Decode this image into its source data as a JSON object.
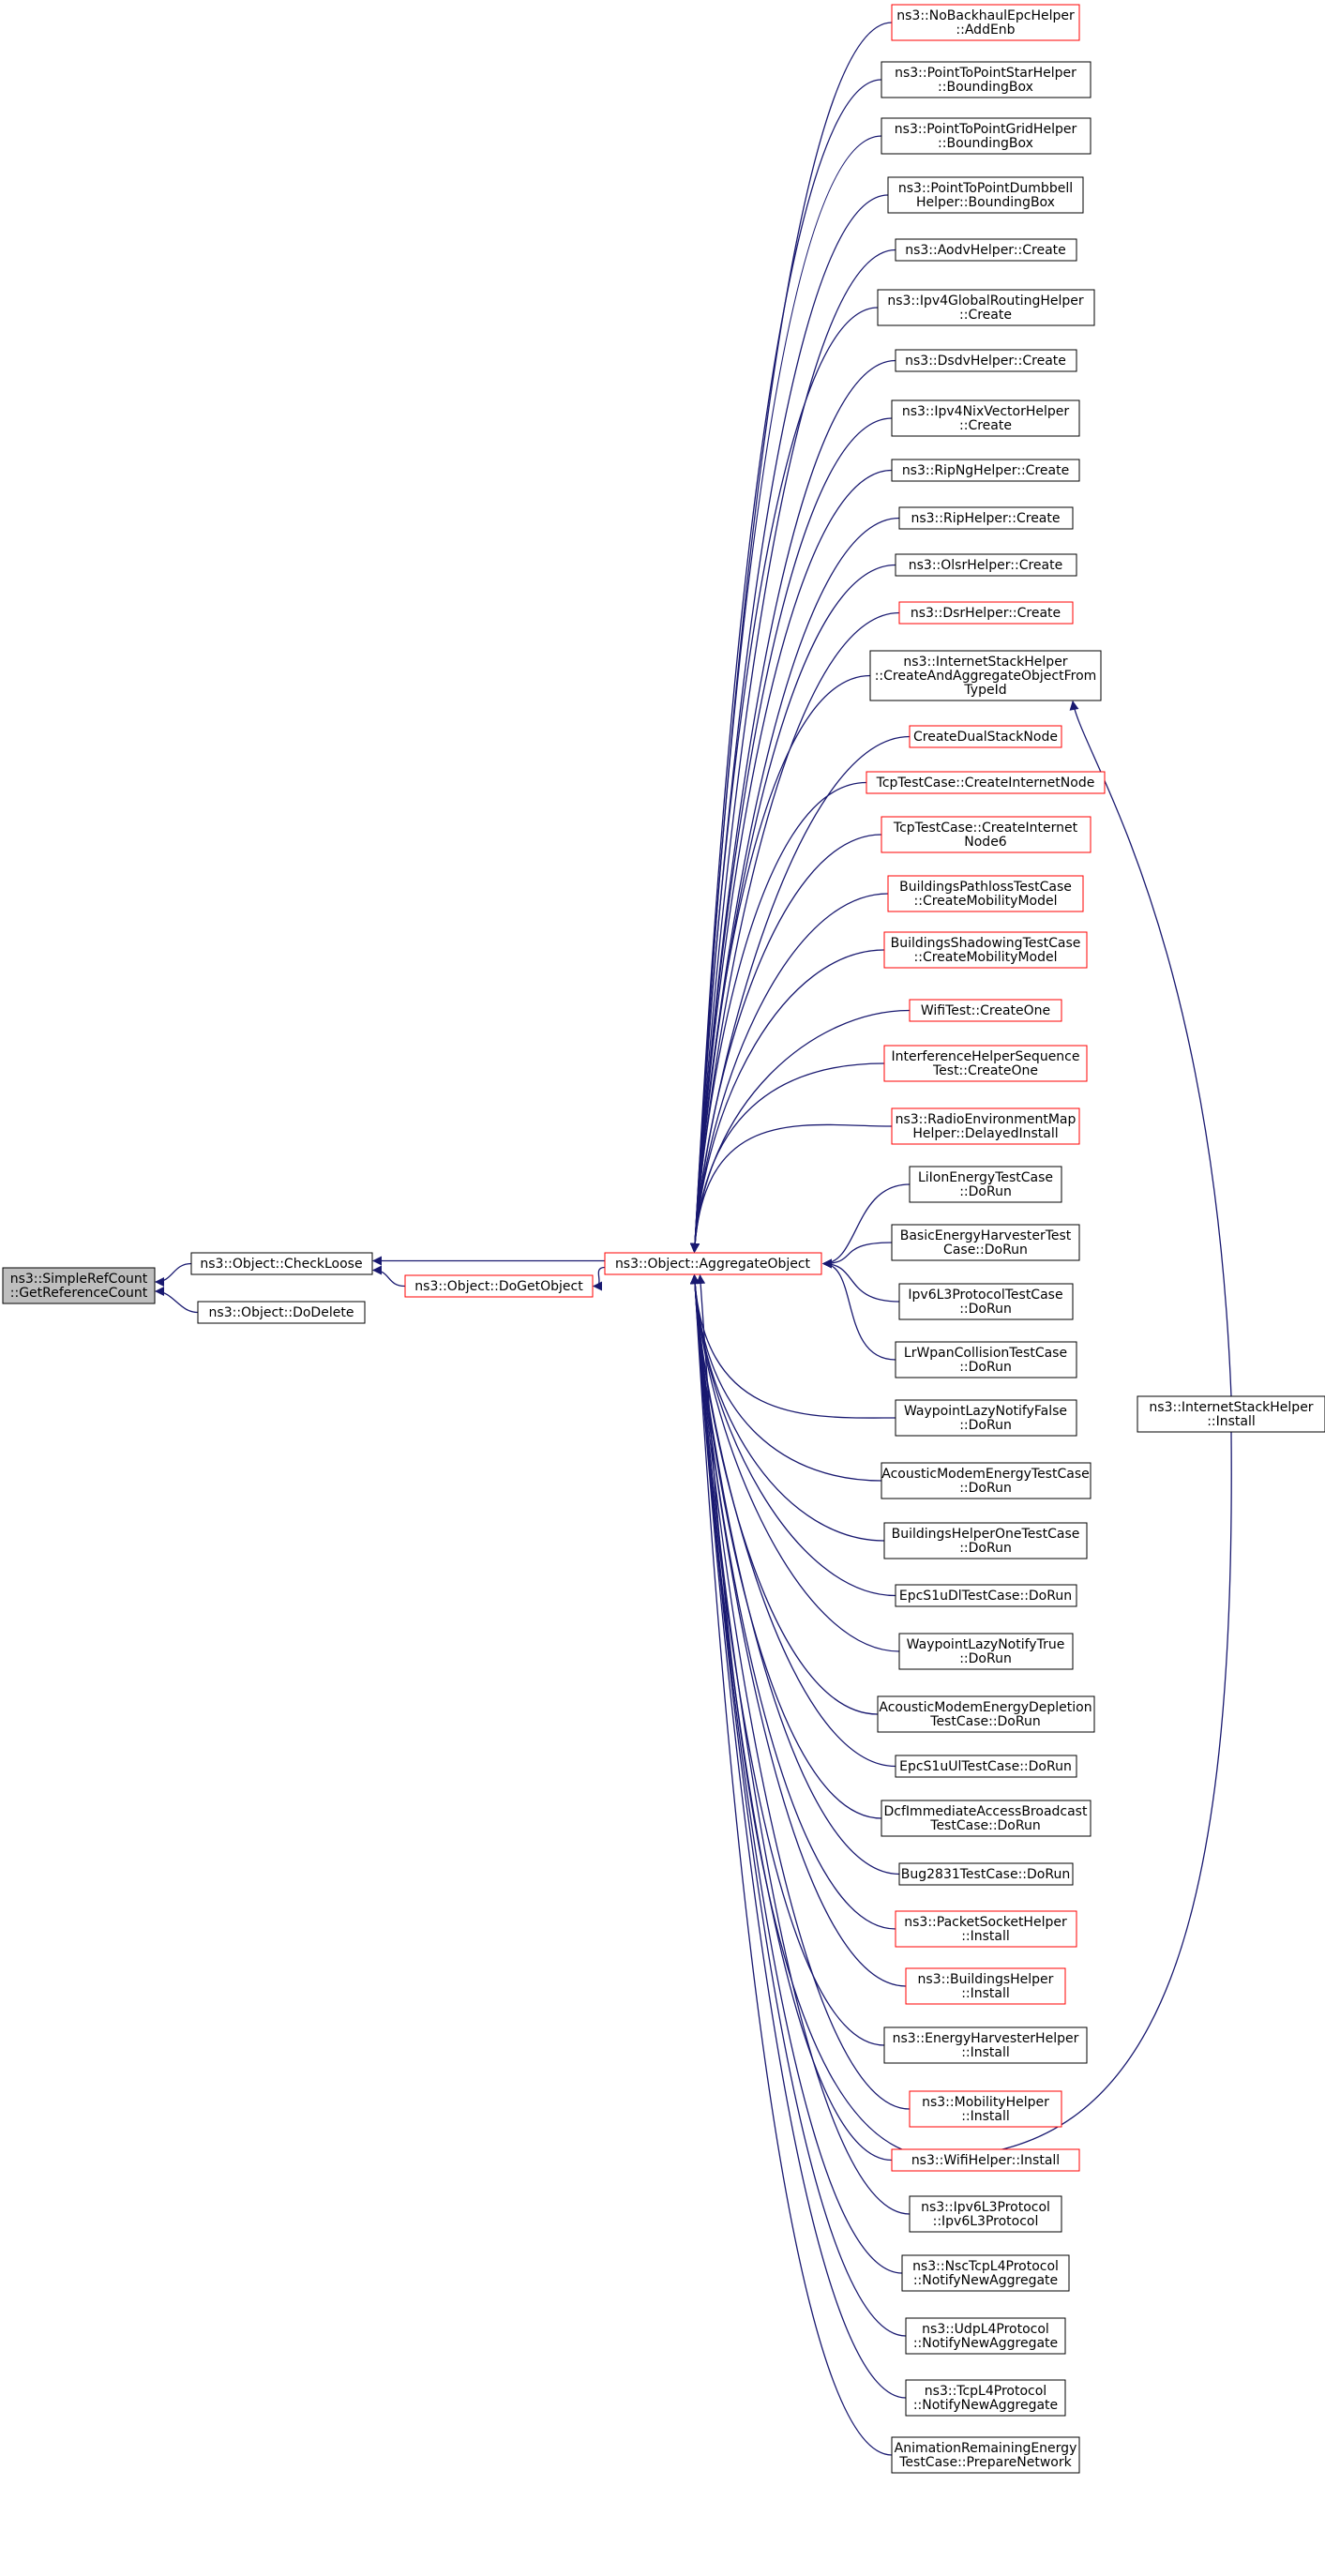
{
  "diagram": {
    "root": {
      "id": "root",
      "lines": [
        "ns3::SimpleRefCount",
        "::GetReferenceCount"
      ],
      "style": "root"
    },
    "level1": [
      {
        "id": "checkloose",
        "lines": [
          "ns3::Object::CheckLoose"
        ],
        "style": "black"
      },
      {
        "id": "dodelete",
        "lines": [
          "ns3::Object::DoDelete"
        ],
        "style": "black"
      }
    ],
    "level2": [
      {
        "id": "dogetobject",
        "lines": [
          "ns3::Object::DoGetObject"
        ],
        "style": "red"
      }
    ],
    "hub": {
      "id": "aggregate",
      "lines": [
        "ns3::Object::AggregateObject"
      ],
      "style": "red"
    },
    "callers": [
      {
        "id": "c0",
        "lines": [
          "ns3::NoBackhaulEpcHelper",
          "::AddEnb"
        ],
        "style": "red"
      },
      {
        "id": "c1",
        "lines": [
          "ns3::PointToPointStarHelper",
          "::BoundingBox"
        ],
        "style": "black"
      },
      {
        "id": "c2",
        "lines": [
          "ns3::PointToPointGridHelper",
          "::BoundingBox"
        ],
        "style": "black"
      },
      {
        "id": "c3",
        "lines": [
          "ns3::PointToPointDumbbell",
          "Helper::BoundingBox"
        ],
        "style": "black"
      },
      {
        "id": "c4",
        "lines": [
          "ns3::AodvHelper::Create"
        ],
        "style": "black"
      },
      {
        "id": "c5",
        "lines": [
          "ns3::Ipv4GlobalRoutingHelper",
          "::Create"
        ],
        "style": "black"
      },
      {
        "id": "c6",
        "lines": [
          "ns3::DsdvHelper::Create"
        ],
        "style": "black"
      },
      {
        "id": "c7",
        "lines": [
          "ns3::Ipv4NixVectorHelper",
          "::Create"
        ],
        "style": "black"
      },
      {
        "id": "c8",
        "lines": [
          "ns3::RipNgHelper::Create"
        ],
        "style": "black"
      },
      {
        "id": "c9",
        "lines": [
          "ns3::RipHelper::Create"
        ],
        "style": "black"
      },
      {
        "id": "c10",
        "lines": [
          "ns3::OlsrHelper::Create"
        ],
        "style": "black"
      },
      {
        "id": "c11",
        "lines": [
          "ns3::DsrHelper::Create"
        ],
        "style": "red"
      },
      {
        "id": "c12",
        "lines": [
          "ns3::InternetStackHelper",
          "::CreateAndAggregateObjectFrom",
          "TypeId"
        ],
        "style": "black"
      },
      {
        "id": "c13",
        "lines": [
          "CreateDualStackNode"
        ],
        "style": "red"
      },
      {
        "id": "c14",
        "lines": [
          "TcpTestCase::CreateInternetNode"
        ],
        "style": "red"
      },
      {
        "id": "c15",
        "lines": [
          "TcpTestCase::CreateInternet",
          "Node6"
        ],
        "style": "red"
      },
      {
        "id": "c16",
        "lines": [
          "BuildingsPathlossTestCase",
          "::CreateMobilityModel"
        ],
        "style": "red"
      },
      {
        "id": "c17",
        "lines": [
          "BuildingsShadowingTestCase",
          "::CreateMobilityModel"
        ],
        "style": "red"
      },
      {
        "id": "c18",
        "lines": [
          "WifiTest::CreateOne"
        ],
        "style": "red"
      },
      {
        "id": "c19",
        "lines": [
          "InterferenceHelperSequence",
          "Test::CreateOne"
        ],
        "style": "red"
      },
      {
        "id": "c20",
        "lines": [
          "ns3::RadioEnvironmentMap",
          "Helper::DelayedInstall"
        ],
        "style": "red"
      },
      {
        "id": "c21",
        "lines": [
          "LiIonEnergyTestCase",
          "::DoRun"
        ],
        "style": "black"
      },
      {
        "id": "c22",
        "lines": [
          "BasicEnergyHarvesterTest",
          "Case::DoRun"
        ],
        "style": "black"
      },
      {
        "id": "c23",
        "lines": [
          "Ipv6L3ProtocolTestCase",
          "::DoRun"
        ],
        "style": "black"
      },
      {
        "id": "c24",
        "lines": [
          "LrWpanCollisionTestCase",
          "::DoRun"
        ],
        "style": "black"
      },
      {
        "id": "c25",
        "lines": [
          "WaypointLazyNotifyFalse",
          "::DoRun"
        ],
        "style": "black"
      },
      {
        "id": "c26",
        "lines": [
          "AcousticModemEnergyTestCase",
          "::DoRun"
        ],
        "style": "black"
      },
      {
        "id": "c27",
        "lines": [
          "BuildingsHelperOneTestCase",
          "::DoRun"
        ],
        "style": "black"
      },
      {
        "id": "c28",
        "lines": [
          "EpcS1uDlTestCase::DoRun"
        ],
        "style": "black"
      },
      {
        "id": "c29",
        "lines": [
          "WaypointLazyNotifyTrue",
          "::DoRun"
        ],
        "style": "black"
      },
      {
        "id": "c30",
        "lines": [
          "AcousticModemEnergyDepletion",
          "TestCase::DoRun"
        ],
        "style": "black"
      },
      {
        "id": "c31",
        "lines": [
          "EpcS1uUlTestCase::DoRun"
        ],
        "style": "black"
      },
      {
        "id": "c32",
        "lines": [
          "DcfImmediateAccessBroadcast",
          "TestCase::DoRun"
        ],
        "style": "black"
      },
      {
        "id": "c33",
        "lines": [
          "Bug2831TestCase::DoRun"
        ],
        "style": "black"
      },
      {
        "id": "c34",
        "lines": [
          "ns3::PacketSocketHelper",
          "::Install"
        ],
        "style": "red"
      },
      {
        "id": "c35",
        "lines": [
          "ns3::BuildingsHelper",
          "::Install"
        ],
        "style": "red"
      },
      {
        "id": "c36",
        "lines": [
          "ns3::EnergyHarvesterHelper",
          "::Install"
        ],
        "style": "black"
      },
      {
        "id": "c37",
        "lines": [
          "ns3::MobilityHelper",
          "::Install"
        ],
        "style": "red"
      },
      {
        "id": "c38",
        "lines": [
          "ns3::WifiHelper::Install"
        ],
        "style": "red"
      },
      {
        "id": "c39",
        "lines": [
          "ns3::Ipv6L3Protocol",
          "::Ipv6L3Protocol"
        ],
        "style": "black"
      },
      {
        "id": "c40",
        "lines": [
          "ns3::NscTcpL4Protocol",
          "::NotifyNewAggregate"
        ],
        "style": "black"
      },
      {
        "id": "c41",
        "lines": [
          "ns3::UdpL4Protocol",
          "::NotifyNewAggregate"
        ],
        "style": "black"
      },
      {
        "id": "c42",
        "lines": [
          "ns3::TcpL4Protocol",
          "::NotifyNewAggregate"
        ],
        "style": "black"
      },
      {
        "id": "c43",
        "lines": [
          "AnimationRemainingEnergy",
          "TestCase::PrepareNetwork"
        ],
        "style": "black"
      }
    ],
    "far": {
      "id": "install",
      "lines": [
        "ns3::InternetStackHelper",
        "::Install"
      ],
      "style": "black"
    },
    "edges": [
      [
        "checkloose",
        "root"
      ],
      [
        "dodelete",
        "root"
      ],
      [
        "aggregate",
        "checkloose"
      ],
      [
        "dogetobject",
        "checkloose"
      ],
      [
        "aggregate",
        "dogetobject"
      ],
      [
        "install",
        "c12"
      ],
      [
        "install",
        "aggregate"
      ]
    ],
    "colors": {
      "edge": "#191970",
      "red_border": "#ff0000",
      "black_border": "#000000",
      "root_fill": "#bfbfbf"
    }
  }
}
